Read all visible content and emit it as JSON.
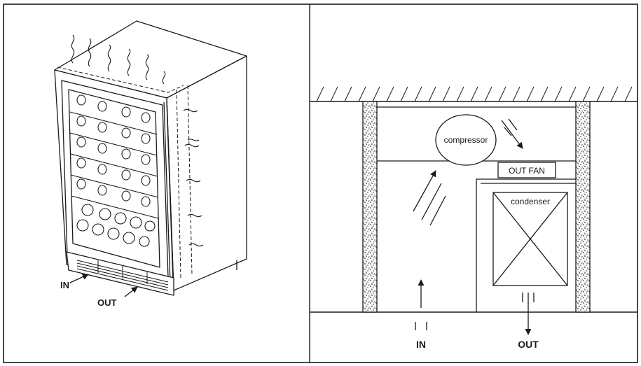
{
  "left_panel": {
    "in_label": "IN",
    "out_label": "OUT"
  },
  "right_panel": {
    "compressor_label": "compressor",
    "out_fan_label": "OUT FAN",
    "condenser_label": "condenser",
    "in_label": "IN",
    "out_label": "OUT"
  }
}
